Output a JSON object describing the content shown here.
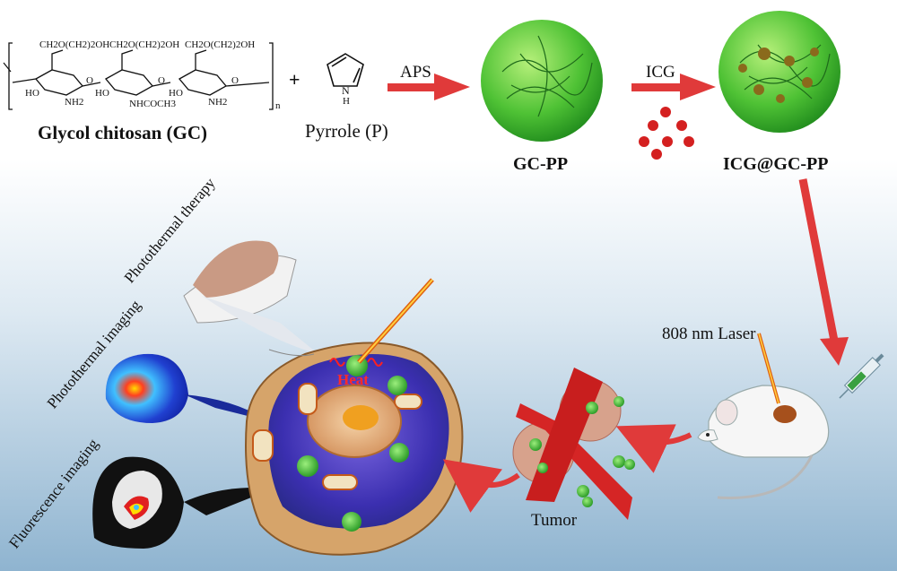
{
  "top": {
    "gc_label": "Glycol chitosan (GC)",
    "plus": "+",
    "pyrrole_label": "Pyrrole (P)",
    "pyrrole_n": "N",
    "pyrrole_h": "H",
    "aps_label": "APS",
    "gcpp_label": "GC-PP",
    "icg_label": "ICG",
    "icg_gcpp_label": "ICG@GC-PP",
    "chem": {
      "side1": "CH2O(CH2)2OH",
      "side2": "CH2O(CH2)2OH",
      "side3": "CH2O(CH2)2OH",
      "ho1": "HO",
      "ho2": "HO",
      "ho3": "HO",
      "nh2_1": "NH2",
      "nh2_3": "NH2",
      "nhcoch3": "NHCOCH3",
      "o1": "O",
      "o2": "O",
      "o3": "O",
      "n": "n"
    }
  },
  "bottom": {
    "laser_label": "808 nm Laser",
    "tumor_label": "Tumor",
    "heat_label": "Heat",
    "therapy_label": "Photothermal therapy",
    "pt_imaging_label": "Photothermal imaging",
    "fl_imaging_label": "Fluorescence imaging"
  },
  "colors": {
    "arrow_red": "#e03a3a",
    "sphere_green": "#3fb531",
    "icg_red": "#d42020",
    "background_blue": "#9fbfd6"
  }
}
